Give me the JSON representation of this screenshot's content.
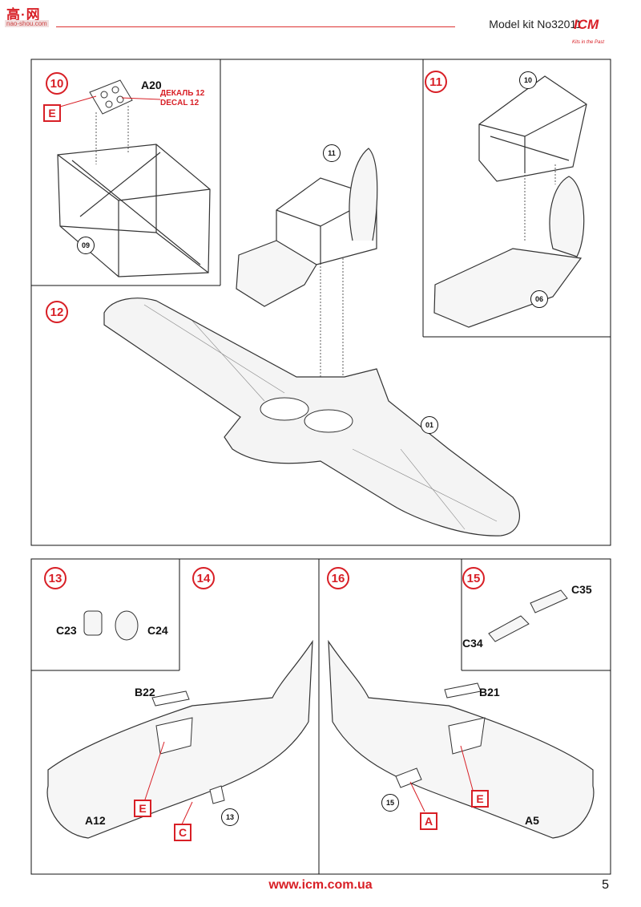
{
  "watermark": {
    "chars": "高·网",
    "sub": "nao-shou.com"
  },
  "header": {
    "title": "Model kit No32011",
    "brand": "ICM",
    "tagline": "Kits in the Past"
  },
  "steps": {
    "s10": "10",
    "s11": "11",
    "s12": "12",
    "s13": "13",
    "s14": "14",
    "s15": "15",
    "s16": "16"
  },
  "refs": {
    "p09": "09",
    "p10": "10",
    "p11": "11",
    "p06": "06",
    "p01": "01",
    "p13": "13",
    "p15": "15"
  },
  "parts": {
    "A20": "A20",
    "C23": "C23",
    "C24": "C24",
    "C35": "C35",
    "C34": "C34",
    "B22": "B22",
    "B21": "B21",
    "A12": "A12",
    "A5": "A5"
  },
  "decal": {
    "ru": "ДЕКАЛЬ 12",
    "en": "DECAL 12"
  },
  "tags": {
    "E": "E",
    "C": "C",
    "A": "A"
  },
  "colors": {
    "accent": "#d81f26",
    "line": "#111111"
  },
  "footer": {
    "url": "www.icm.com.ua",
    "page": "5"
  }
}
